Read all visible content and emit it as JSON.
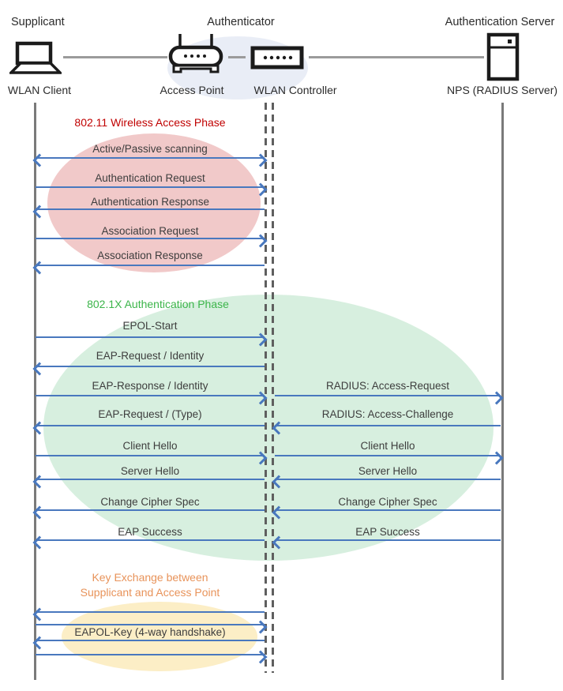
{
  "header": {
    "roles": {
      "supplicant": "Supplicant",
      "authenticator": "Authenticator",
      "auth_server": "Authentication Server"
    },
    "devices": {
      "wlan_client": "WLAN Client",
      "access_point": "Access Point",
      "wlan_controller": "WLAN Controller",
      "nps": "NPS (RADIUS Server)"
    },
    "icons": {
      "wlan_client": "laptop-icon",
      "access_point": "wireless-router-icon",
      "wlan_controller": "controller-box-icon",
      "nps": "server-tower-icon"
    }
  },
  "phases": {
    "phase1": {
      "title": "802.11 Wireless Access Phase",
      "title_color": "#C00000",
      "ellipse_color": "#F1C9C9"
    },
    "phase2": {
      "title": "802.1X Authentication Phase",
      "title_color": "#3CB54A",
      "ellipse_color": "#D7EFDF"
    },
    "phase3": {
      "title_line1": "Key Exchange between",
      "title_line2": "Supplicant and Access Point",
      "title_color": "#E8935A",
      "ellipse_color": "#FCEEC6"
    }
  },
  "messages": {
    "scanning": "Active/Passive scanning",
    "auth_request": "Authentication Request",
    "auth_response": "Authentication Response",
    "assoc_request": "Association Request",
    "assoc_response": "Association Response",
    "epol_start": "EPOL-Start",
    "eap_request_identity": "EAP-Request / Identity",
    "eap_response_identity": "EAP-Response / Identity",
    "radius_access_request": "RADIUS: Access-Request",
    "eap_request_type": "EAP-Request / (Type)",
    "radius_access_challenge": "RADIUS: Access-Challenge",
    "client_hello": "Client Hello",
    "server_hello": "Server Hello",
    "change_cipher_spec": "Change Cipher Spec",
    "eap_success": "EAP Success",
    "eapol_key": "EAPOL-Key (4-way handshake)"
  },
  "colors": {
    "arrow": "#4978BE",
    "lifeline": "#7A7A7A",
    "middle_dashed_line": "#5F5F5F",
    "connector_line": "#9B9B9B",
    "authenticator_ellipse": "#E9EDF6"
  }
}
